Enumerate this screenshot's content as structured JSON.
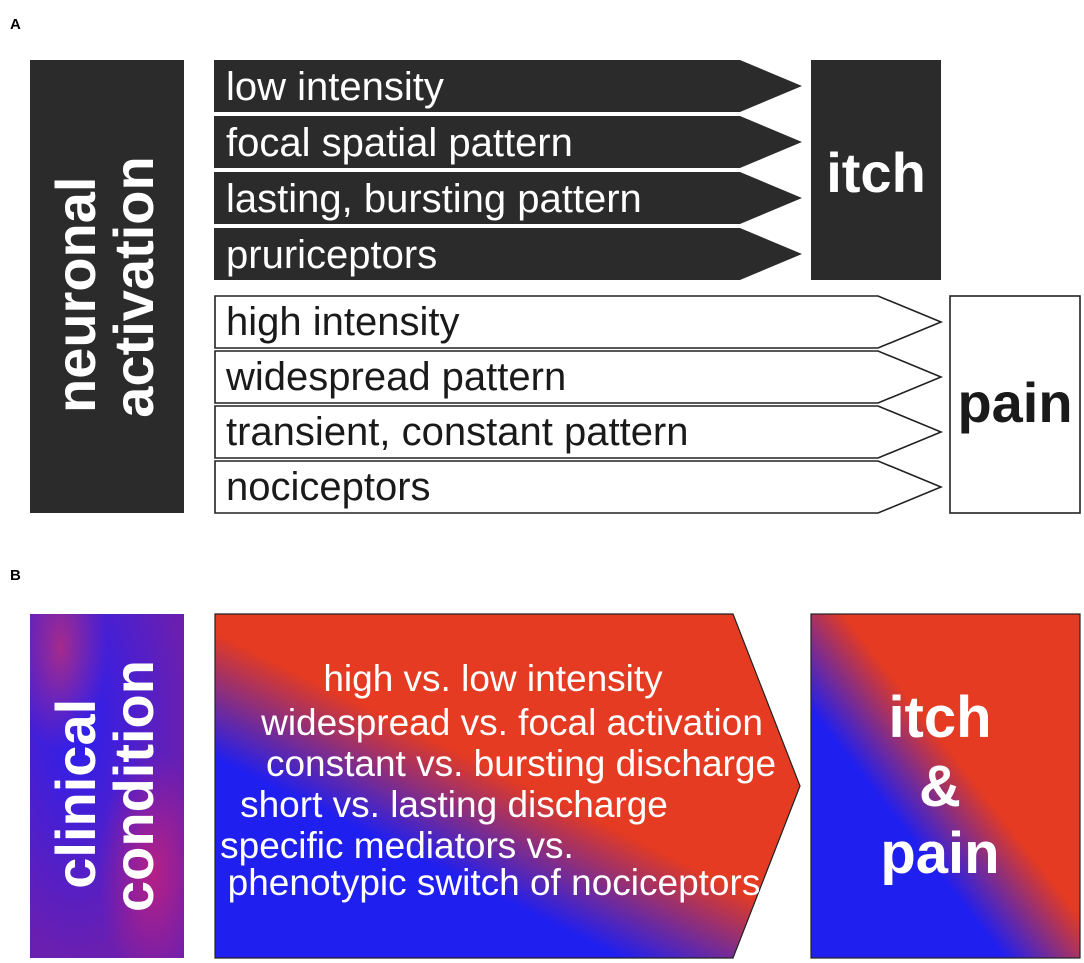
{
  "panel_a": {
    "label": "A",
    "source": "neuronal activation",
    "itch_features": [
      "low intensity",
      "focal spatial pattern",
      "lasting, bursting pattern",
      "pruriceptors"
    ],
    "itch_outcome": "itch",
    "pain_features": [
      "high intensity",
      "widespread pattern",
      "transient, constant pattern",
      "nociceptors"
    ],
    "pain_outcome": "pain"
  },
  "panel_b": {
    "label": "B",
    "source": "clinical condition",
    "contrasts": [
      "high vs. low intensity",
      "widespread vs. focal activation",
      "constant vs. bursting discharge",
      "short vs. lasting discharge",
      "specific mediators vs.",
      "phenotypic switch of nociceptors"
    ],
    "outcome": [
      "itch",
      "&",
      "pain"
    ]
  },
  "colors": {
    "dark": "#2b2b2b",
    "red": "#e43b22",
    "blue": "#1f1ff0",
    "white": "#ffffff",
    "outline": "#222222"
  }
}
